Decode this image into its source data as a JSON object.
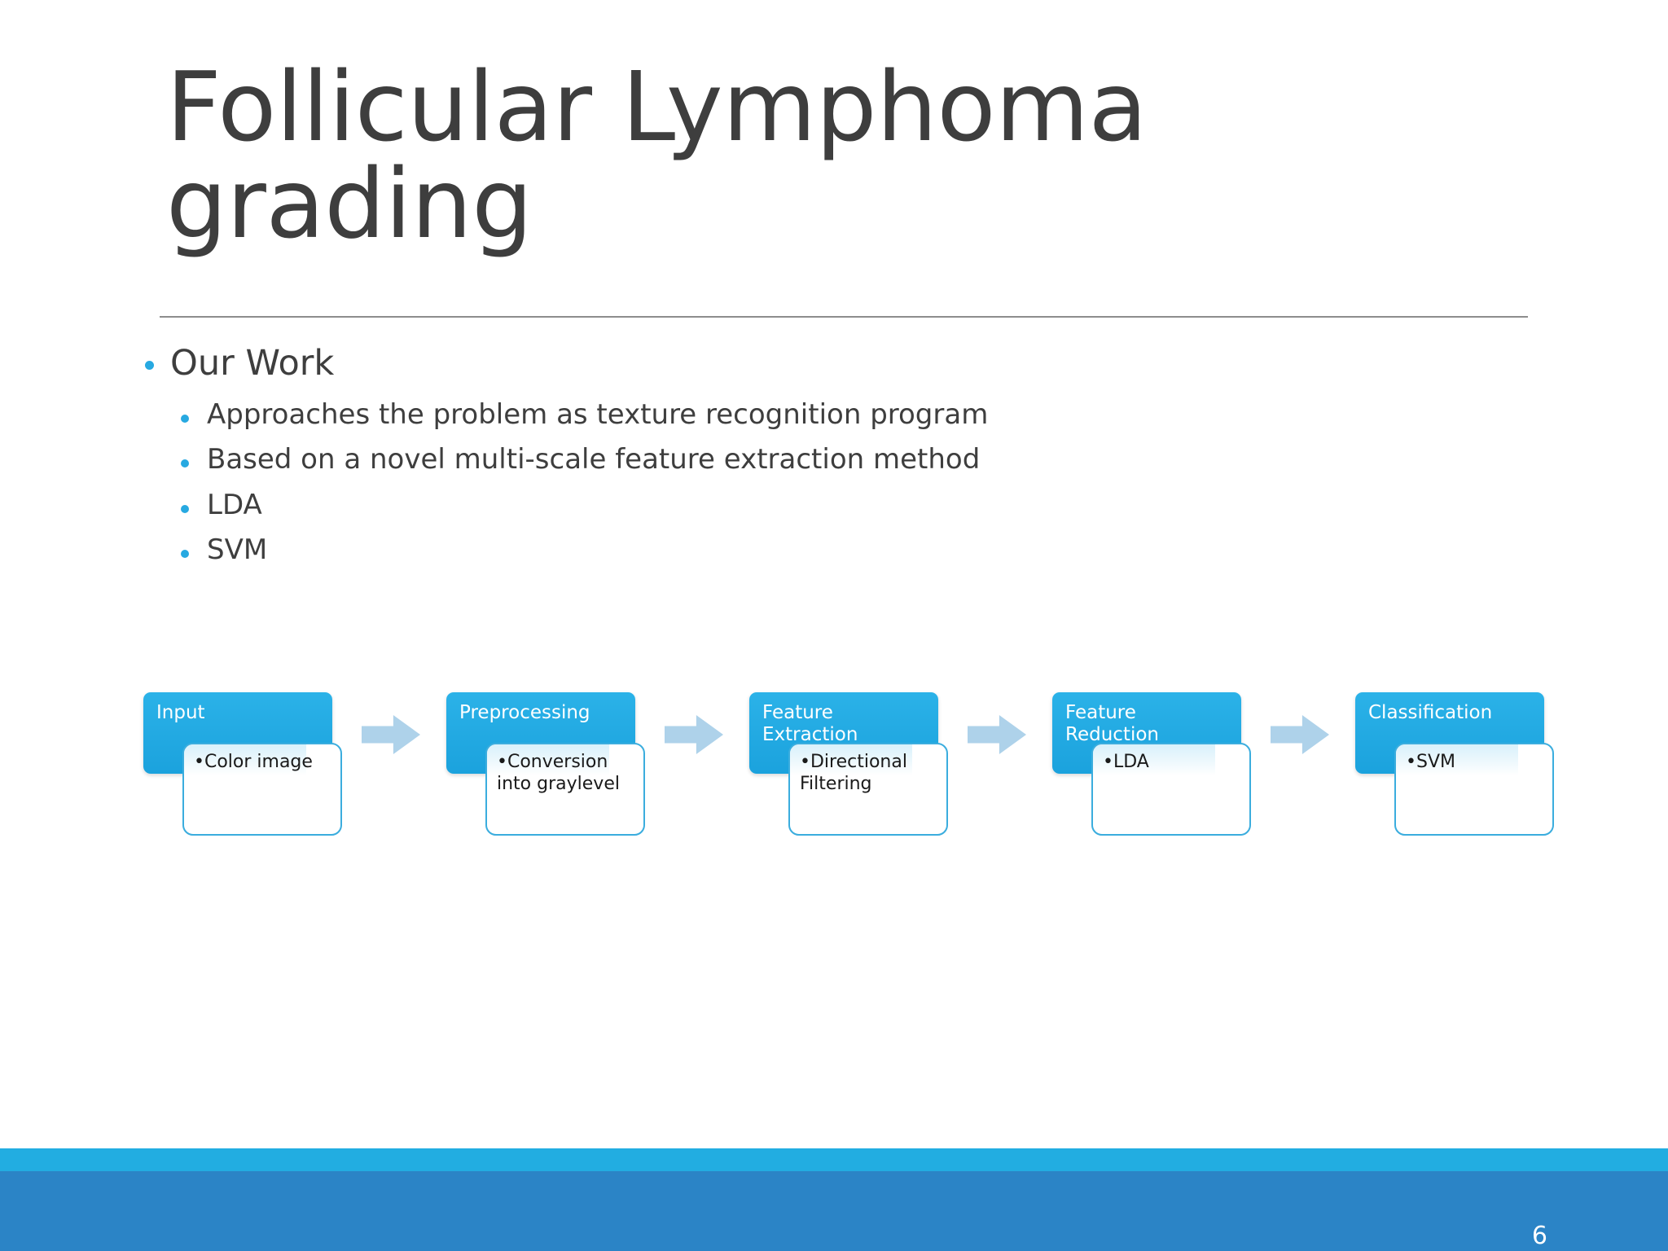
{
  "slide": {
    "title": "Follicular Lymphoma\ngrading",
    "page_number": "6",
    "title_color": "#3e3e3e",
    "accent_color": "#27a9e1",
    "footer_strip_color": "#22ade1",
    "footer_bar_color": "#2b84c6"
  },
  "bullets": {
    "level1": "Our Work",
    "level2": [
      "Approaches the problem as texture recognition program",
      "Based on a novel multi-scale feature extraction method",
      "LDA",
      "SVM"
    ]
  },
  "diagram": {
    "type": "process-flow",
    "arrow_color": "#aed2ea",
    "header_color": "#1ba2dd",
    "body_border_color": "#3badde",
    "stages": [
      {
        "header": "Input",
        "item": "•Color image"
      },
      {
        "header": "Preprocessing",
        "item": "•Conversion\n  into graylevel"
      },
      {
        "header": "Feature\nExtraction",
        "item": "•Directional\n  Filtering"
      },
      {
        "header": "Feature\nReduction",
        "item": "•LDA"
      },
      {
        "header": "Classification",
        "item": "•SVM"
      }
    ]
  }
}
